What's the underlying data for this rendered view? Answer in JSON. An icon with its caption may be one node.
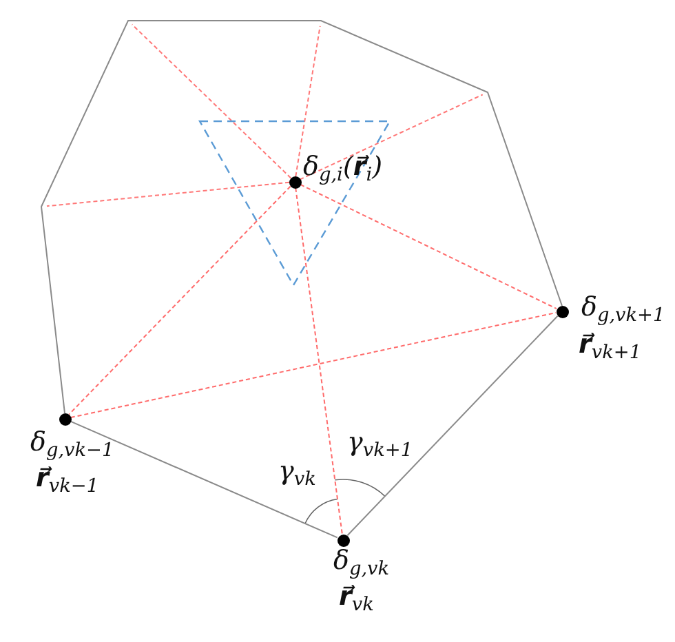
{
  "diagram": {
    "nodes": [
      {
        "text": [],
        "shape": "circle",
        "beside": [
          "δ$_{g,i}$(**r⃗**$_{i}$)"
        ]
      },
      {
        "text": [],
        "shape": "circle",
        "beside": [
          "δ$_{g,vk+1}$",
          "**r⃗**$_{vk+1}$"
        ]
      },
      {
        "text": [],
        "shape": "circle",
        "beside": [
          "δ$_{g,vk−1}$",
          "**r⃗**$_{vk−1}$"
        ]
      },
      {
        "text": [],
        "shape": "circle",
        "beside": [
          "δ$_{g,vk}$",
          "**r⃗**$_{vk}$"
        ]
      }
    ],
    "edges": [
      {
        "from": 0,
        "to": 1,
        "arrow": "none",
        "style": "dashed"
      },
      {
        "from": 0,
        "to": 2,
        "arrow": "none",
        "style": "dashed"
      },
      {
        "from": 0,
        "to": 3,
        "arrow": "none",
        "style": "dashed"
      },
      {
        "from": 2,
        "to": 1,
        "arrow": "none",
        "style": "dashed"
      },
      {
        "from": 2,
        "to": 3,
        "arrow": "none",
        "color": "#8a8a8a"
      },
      {
        "from": 3,
        "to": 1,
        "arrow": "none",
        "color": "#8a8a8a"
      }
    ],
    "labels": [
      "γ$_{vk+1}$",
      "γ$_{vk}$"
    ]
  }
}
